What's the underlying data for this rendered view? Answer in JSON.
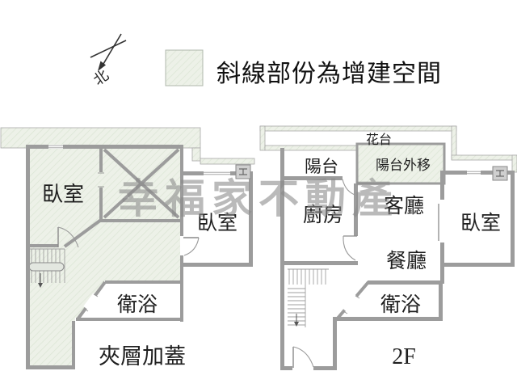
{
  "compass": {
    "north_label": "北"
  },
  "legend": {
    "text": "斜線部份為增建空間"
  },
  "watermark": {
    "text": "幸福家不動產"
  },
  "left_plan": {
    "floor_label": "夾層加蓋",
    "bedroom1": "臥室",
    "bedroom2": "臥室",
    "bathroom": "衛浴"
  },
  "right_plan": {
    "floor_label": "2F",
    "flower_bed": "花台",
    "balcony": "陽台",
    "balcony_extension": "陽台外移",
    "kitchen": "廚房",
    "living_room": "客廳",
    "dining_room": "餐廳",
    "bedroom": "臥室",
    "bathroom": "衛浴"
  },
  "colors": {
    "added_space_fill": "#edf1e8",
    "hatch_line": "#dbe5d4",
    "wall": "#9c9c9c",
    "label_text": "#1f1f1f",
    "watermark_gray": "#8a8a8a"
  }
}
